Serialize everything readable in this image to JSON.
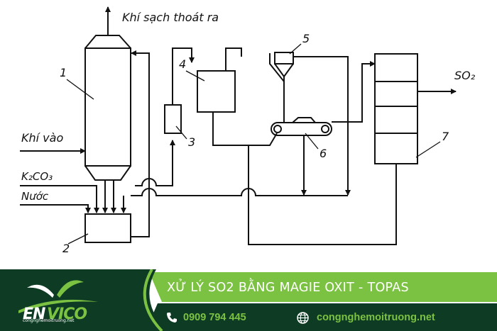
{
  "diagram": {
    "labels": {
      "clean_gas_out": "Khí sạch thoát ra",
      "gas_in": "Khí vào",
      "k2co3": "K₂CO₃",
      "water": "Nước",
      "so2": "SO₂"
    },
    "numbers": [
      "1",
      "2",
      "3",
      "4",
      "5",
      "6",
      "7"
    ]
  },
  "banner": {
    "title": "XỬ LÝ SO2 BẰNG MAGIE OXIT - TOPAS",
    "phone": "0909 794 445",
    "website": "congnghemoitruong.net",
    "logo_text": "ENVICO",
    "logo_sub": "congnghemoitruong.net",
    "colors": {
      "green": "#7cc242",
      "dark": "#0e3b24",
      "white": "#ffffff"
    }
  }
}
